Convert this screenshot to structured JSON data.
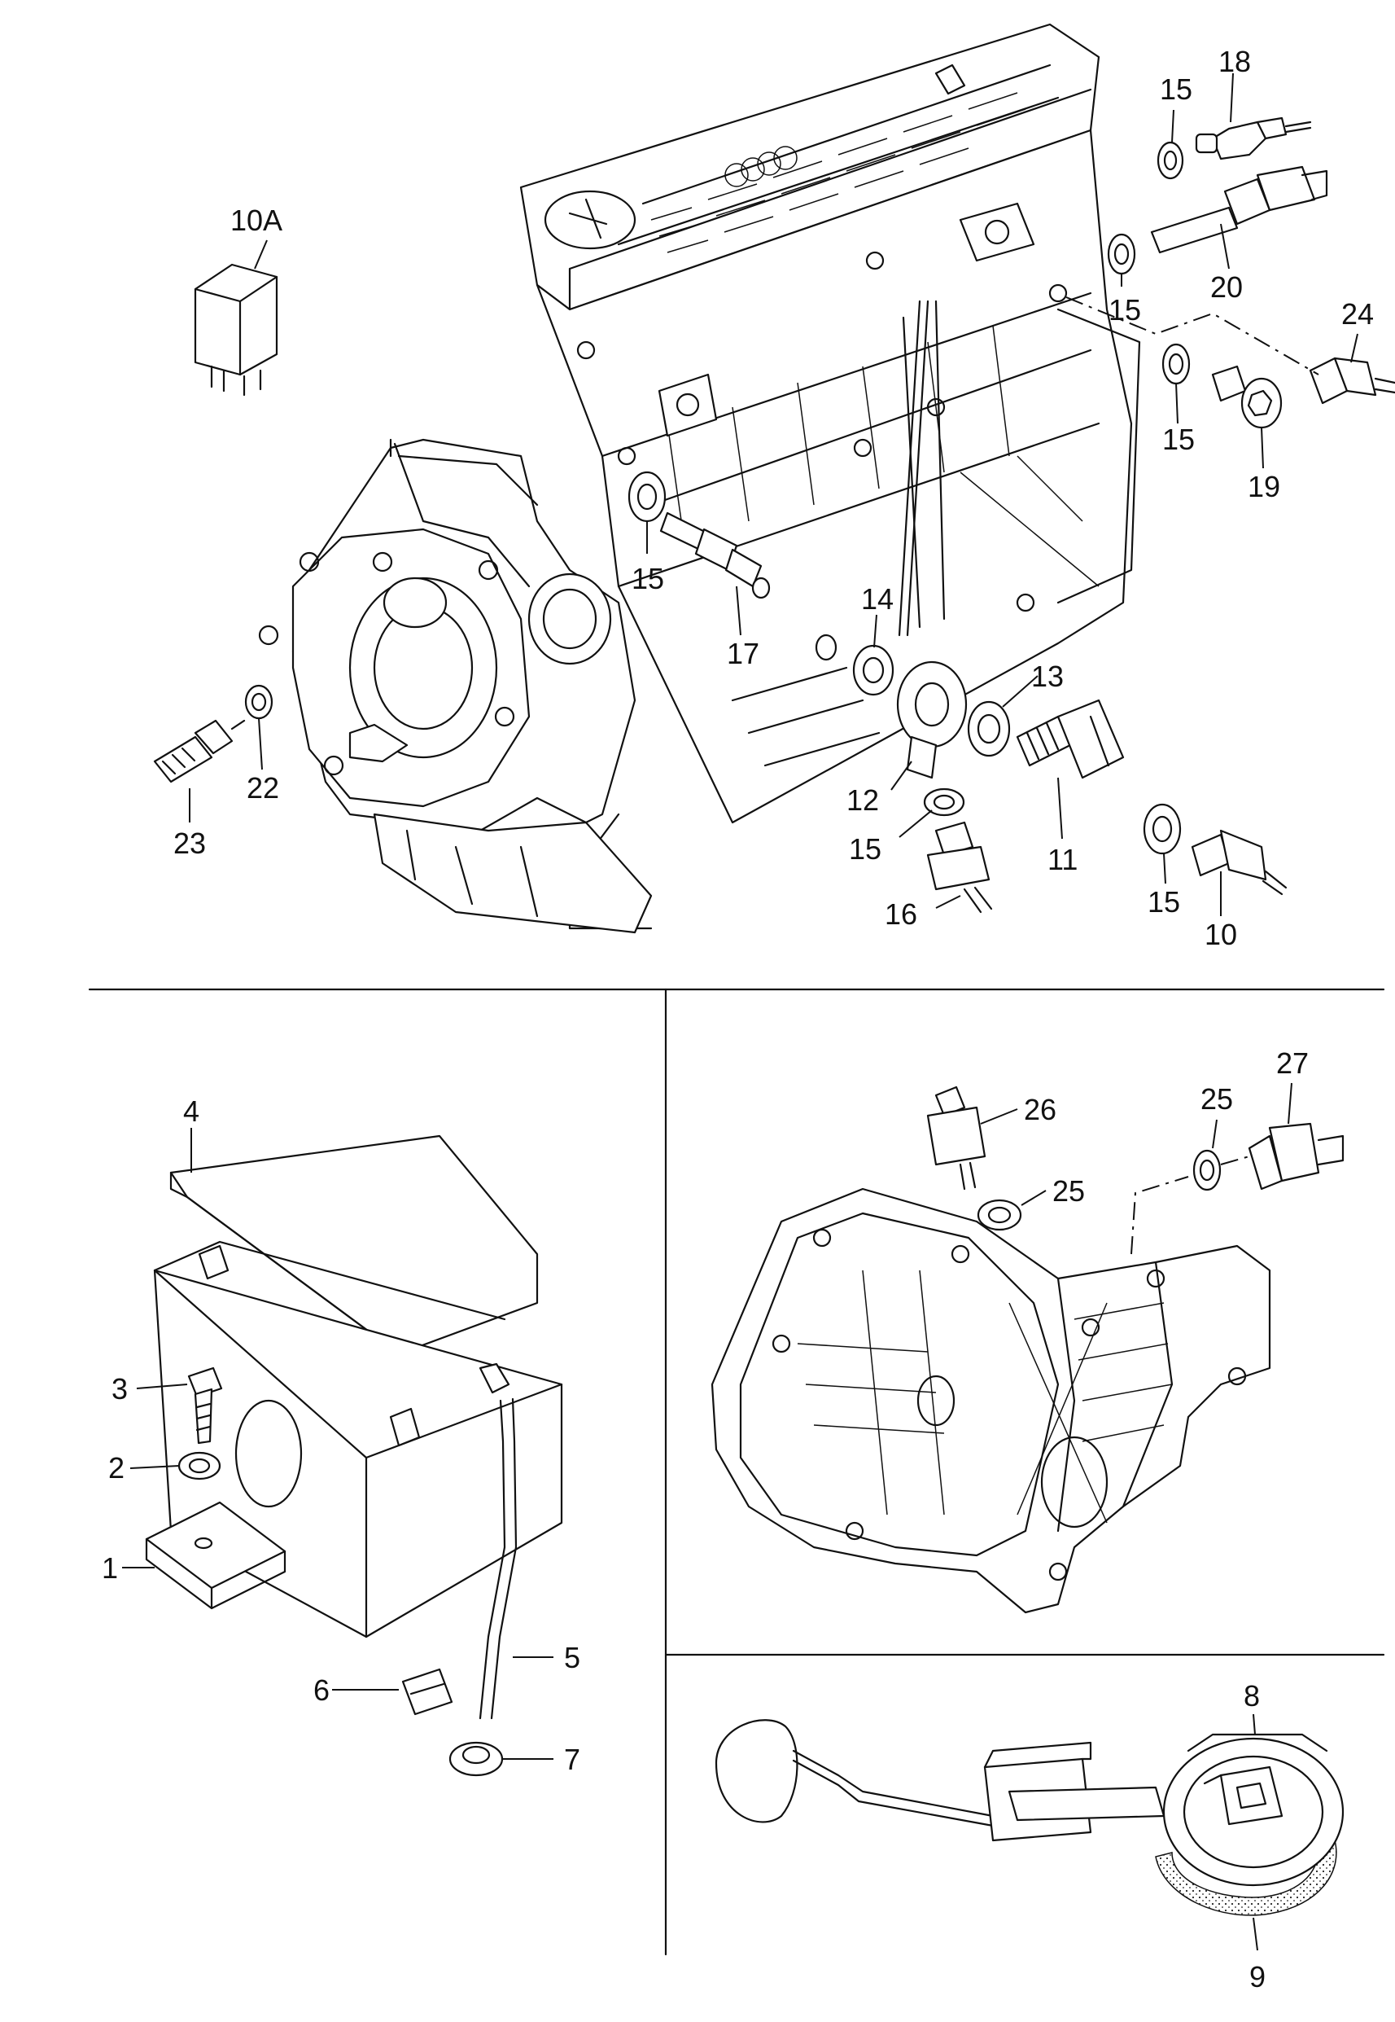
{
  "diagram": {
    "sections": [
      "engine-senders",
      "battery",
      "gearbox-senders",
      "fuel-level-sender"
    ],
    "callouts": [
      {
        "id": "c10A",
        "text": "10A"
      },
      {
        "id": "c18",
        "text": "18"
      },
      {
        "id": "c15a",
        "text": "15"
      },
      {
        "id": "c20",
        "text": "20"
      },
      {
        "id": "c15b",
        "text": "15"
      },
      {
        "id": "c24",
        "text": "24"
      },
      {
        "id": "c15c",
        "text": "15"
      },
      {
        "id": "c19",
        "text": "19"
      },
      {
        "id": "c15d",
        "text": "15"
      },
      {
        "id": "c17",
        "text": "17"
      },
      {
        "id": "c14",
        "text": "14"
      },
      {
        "id": "c13",
        "text": "13"
      },
      {
        "id": "c12",
        "text": "12"
      },
      {
        "id": "c15e",
        "text": "15"
      },
      {
        "id": "c11",
        "text": "11"
      },
      {
        "id": "c16",
        "text": "16"
      },
      {
        "id": "c15f",
        "text": "15"
      },
      {
        "id": "c10",
        "text": "10"
      },
      {
        "id": "c22",
        "text": "22"
      },
      {
        "id": "c23",
        "text": "23"
      },
      {
        "id": "c4",
        "text": "4"
      },
      {
        "id": "c3",
        "text": "3"
      },
      {
        "id": "c2",
        "text": "2"
      },
      {
        "id": "c1",
        "text": "1"
      },
      {
        "id": "c5",
        "text": "5"
      },
      {
        "id": "c6",
        "text": "6"
      },
      {
        "id": "c7",
        "text": "7"
      },
      {
        "id": "c26",
        "text": "26"
      },
      {
        "id": "c25a",
        "text": "25"
      },
      {
        "id": "c27",
        "text": "27"
      },
      {
        "id": "c25b",
        "text": "25"
      },
      {
        "id": "c8",
        "text": "8"
      },
      {
        "id": "c9",
        "text": "9"
      }
    ]
  }
}
